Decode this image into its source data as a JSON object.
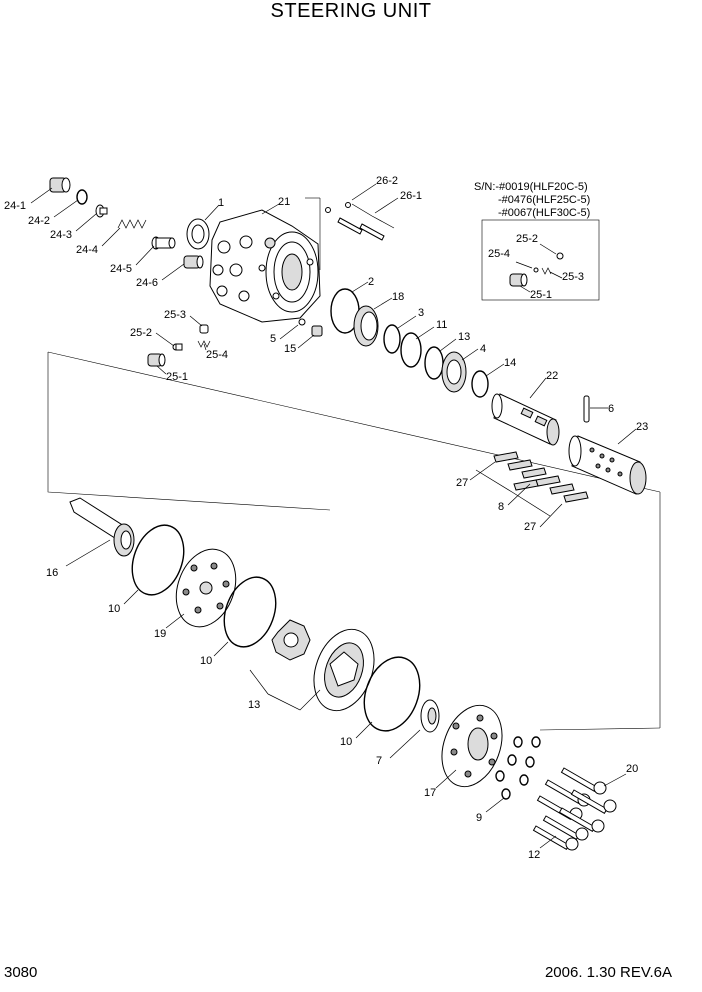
{
  "title": "STEERING UNIT",
  "page_number": "3080",
  "revision": "2006. 1.30  REV.6A",
  "serial_note": [
    "S/N:-#0019(HLF20C-5)",
    "-#0476(HLF25C-5)",
    "-#0067(HLF30C-5)"
  ],
  "labels": {
    "p24_1": "24-1",
    "p24_2": "24-2",
    "p24_3": "24-3",
    "p24_4": "24-4",
    "p24_5": "24-5",
    "p24_6": "24-6",
    "p1": "1",
    "p21": "21",
    "p26_2": "26-2",
    "p26_1": "26-1",
    "p2": "2",
    "p18": "18",
    "p25_3": "25-3",
    "p25_2": "25-2",
    "p25_4": "25-4",
    "p25_1": "25-1",
    "p5": "5",
    "p15": "15",
    "p3": "3",
    "p11": "11",
    "p13a": "13",
    "p4": "4",
    "p14": "14",
    "p22": "22",
    "p6": "6",
    "p23": "23",
    "p27a": "27",
    "p8": "8",
    "p27b": "27",
    "p16": "16",
    "p10a": "10",
    "p19": "19",
    "p10b": "10",
    "p13b": "13",
    "p10c": "10",
    "p7": "7",
    "p17": "17",
    "p9": "9",
    "p20": "20",
    "p12": "12",
    "inset_25_2": "25-2",
    "inset_25_4": "25-4",
    "inset_25_3": "25-3",
    "inset_25_1": "25-1"
  }
}
